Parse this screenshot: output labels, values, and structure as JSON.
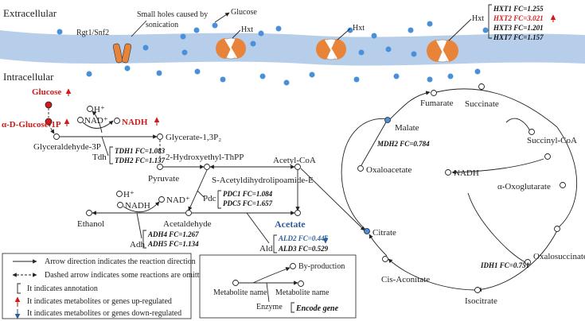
{
  "labels": {
    "extracellular": "Extracellular",
    "intracellular": "Intracellular",
    "small_holes": "Small holes caused by",
    "sonication": "sonication",
    "rgt1_snf2": "Rgt1/Snf2",
    "glucose_out": "Glucose",
    "hxt1": "Hxt",
    "hxt2": "Hxt",
    "hxt3": "Hxt"
  },
  "hxt_genes": [
    "HXT1 FC=1.255",
    "HXT2 FC=3.021",
    "HXT3 FC=1.201",
    "HXT7 FC=1.157"
  ],
  "metabolites": {
    "glucose": "Glucose",
    "alpha_d_glucose_1p": "α-D-Glucose-1P",
    "h_plus_1": "H⁺",
    "nad_plus_1": "NAD⁺",
    "nadh_1": "NADH",
    "glyceraldehyde_3p": "Glyceraldehyde-3P",
    "glycerate_13p2": "Glycerate-1,3P₂",
    "tdh": "Tdh",
    "hydroxyethyl_thpp": "2-Hydroxyethyl-ThPP",
    "pyruvate": "Pyruvate",
    "s_acetyl": "S-Acetyldihydrolipoamide-E",
    "acetyl_coa": "Acetyl-CoA",
    "pdc": "Pdc",
    "h_plus_2": "H⁺",
    "nadh_2": "NADH",
    "nad_plus_2": "NAD⁺",
    "ethanol": "Ethanol",
    "acetaldehyde": "Acetaldehyde",
    "acetate": "Acetate",
    "adh": "Adh",
    "ald": "Ald",
    "fumarate": "Fumarate",
    "succinate": "Succinate",
    "malate": "Malate",
    "succinyl_coa": "Succinyl-CoA",
    "oxaloacetate": "Oxaloacetate",
    "nadh_tca": "NADH",
    "alpha_oxoglutarate": "α-Oxoglutarate",
    "citrate": "Citrate",
    "oxalosuccinate": "Oxalosuccinate",
    "cis_aconitate": "Cis-Aconitate",
    "isocitrate": "Isocitrate"
  },
  "genes": {
    "tdh1": "TDH1 FC=1.083",
    "tdh2": "TDH2 FC=1.137",
    "pdc1": "PDC1 FC=1.084",
    "pdc5": "PDC5 FC=1.657",
    "adh4": "ADH4 FC=1.267",
    "adh5": "ADH5 FC=1.134",
    "ald2": "ALD2 FC=0.446",
    "ald3": "ALD3 FC=0.529",
    "mdh2": "MDH2 FC=0.784",
    "idh1": "IDH1 FC=0.751"
  },
  "legend": {
    "arrow": "Arrow direction indicates the reaction direction",
    "dashed": "Dashed arrow indicates some reactions are omitted",
    "annotation": "It indicates annotation",
    "up": "It indicates metabolites or genes up-regulated",
    "down": "It indicates metabolites or genes down-regulated"
  },
  "key": {
    "by_production": "By-production",
    "metabolite_name_left": "Metabolite name",
    "metabolite_name_right": "Metabolite name",
    "enzyme": "Enzyme",
    "encode_gene": "Encode gene"
  },
  "colors": {
    "up": "#d11a1a",
    "down": "#2e5f9a",
    "membrane": "#a9c6e6",
    "transporter": "#e8833a",
    "dot": "#4a90d9"
  }
}
